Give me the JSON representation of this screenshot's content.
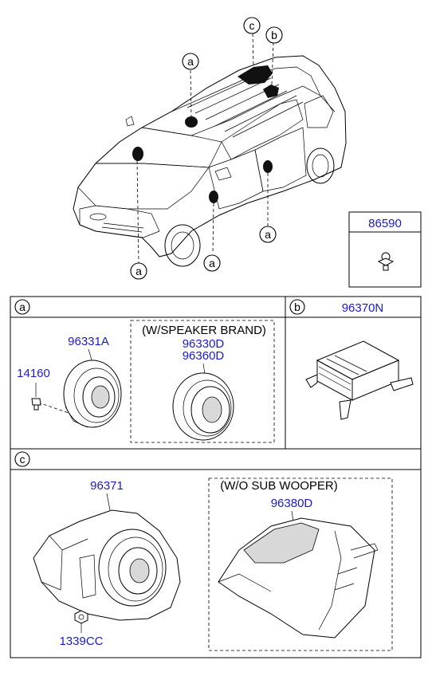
{
  "overview": {
    "callouts": [
      "c",
      "b",
      "a",
      "a",
      "a",
      "a"
    ],
    "inset_part_number": "86590"
  },
  "section_a": {
    "circle": "a",
    "parts": {
      "speaker_std": "96331A",
      "screw": "14160",
      "brand_note": "(W/SPEAKER BRAND)",
      "brand_part_1": "96330D",
      "brand_part_2": "96360D"
    }
  },
  "section_b": {
    "circle": "b",
    "part": "96370N"
  },
  "section_c": {
    "circle": "c",
    "parts": {
      "subwoofer": "96371",
      "nut": "1339CC",
      "no_sub_note": "(W/O SUB WOOPER)",
      "no_sub_part": "96380D"
    }
  },
  "icons": [
    "car-overview",
    "speaker-icon",
    "amplifier-icon",
    "subwoofer-icon",
    "cover-icon",
    "clip-icon"
  ]
}
